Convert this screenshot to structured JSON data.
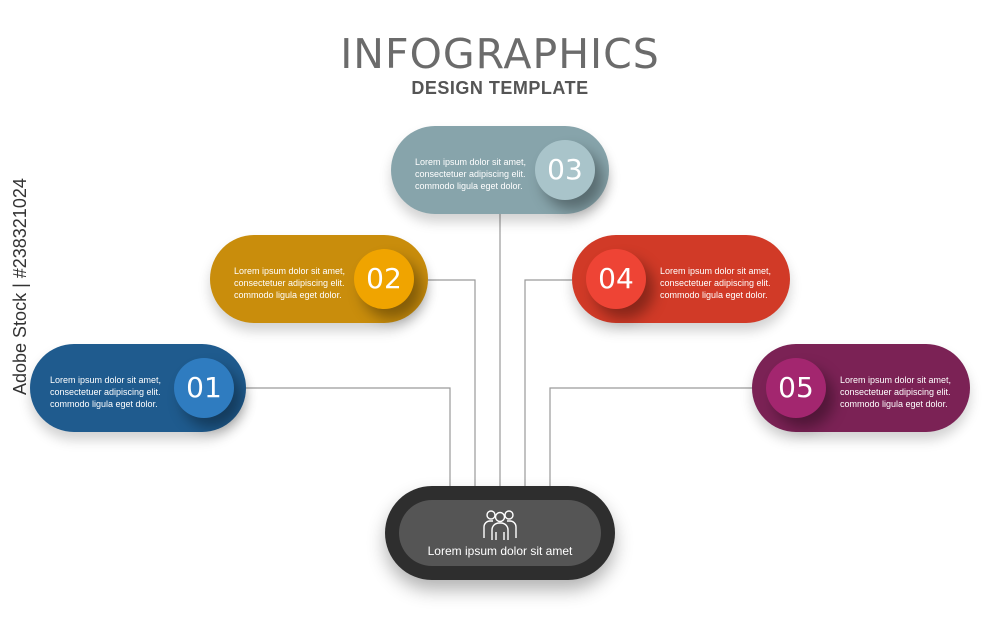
{
  "header": {
    "title": "INFOGRAPHICS",
    "subtitle": "DESIGN TEMPLATE"
  },
  "steps": [
    {
      "number": "01",
      "lines": [
        "Lorem ipsum dolor sit amet,",
        "consectetuer adipiscing elit.",
        "commodo ligula eget dolor."
      ],
      "color": "#1f5b8e",
      "circle_color": "#2f7cc0"
    },
    {
      "number": "02",
      "lines": [
        "Lorem ipsum dolor sit amet,",
        "consectetuer adipiscing elit.",
        "commodo ligula eget dolor."
      ],
      "color": "#c98d0c",
      "circle_color": "#f0a400"
    },
    {
      "number": "03",
      "lines": [
        "Lorem ipsum dolor sit amet,",
        "consectetuer adipiscing elit.",
        "commodo ligula eget dolor."
      ],
      "color": "#87a4ab",
      "circle_color": "#a9c4ca"
    },
    {
      "number": "04",
      "lines": [
        "Lorem ipsum dolor sit amet,",
        "consectetuer adipiscing elit.",
        "commodo ligula eget dolor."
      ],
      "color": "#d13a27",
      "circle_color": "#ee4435"
    },
    {
      "number": "05",
      "lines": [
        "Lorem ipsum dolor sit amet,",
        "consectetuer adipiscing elit.",
        "commodo ligula eget dolor."
      ],
      "color": "#7b2255",
      "circle_color": "#a3266f"
    }
  ],
  "center": {
    "label": "Lorem ipsum dolor sit amet",
    "icon": "people-icon",
    "color": "#2e2e2e"
  },
  "side_text": "Adobe Stock | #238321024"
}
